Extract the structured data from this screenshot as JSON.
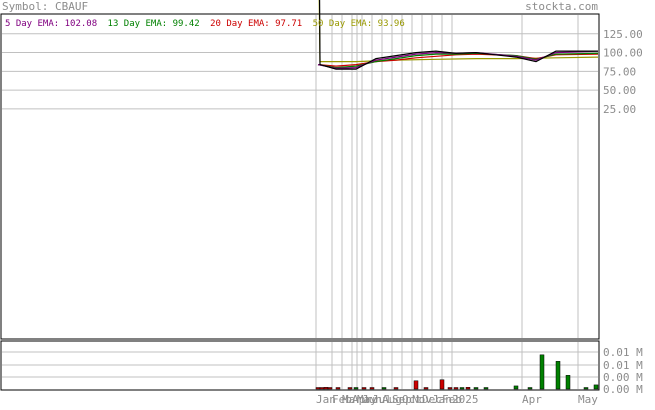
{
  "header": {
    "symbol_label": "Symbol: CBAUF",
    "site_label": "stockta.com"
  },
  "legend": [
    {
      "text": "5 Day EMA: 102.08",
      "color": "#800080"
    },
    {
      "text": "13 Day EMA: 99.42",
      "color": "#008000"
    },
    {
      "text": "20 Day EMA: 97.71",
      "color": "#cc0000"
    },
    {
      "text": "50 Day EMA: 93.96",
      "color": "#999900"
    }
  ],
  "colors": {
    "background": "#ffffff",
    "grid": "#c0c0c0",
    "frame": "#000000",
    "axis_text": "#8c8c8c",
    "header_text": "#8c8c8c",
    "price": "#000000",
    "ema5": "#800080",
    "ema13": "#008000",
    "ema20": "#cc0000",
    "ema50": "#999900",
    "volume_up": "#008000",
    "volume_down": "#cc0000"
  },
  "chart_data": [
    {
      "type": "line",
      "title": "",
      "y_tick_labels": [
        "125.00",
        "100.00",
        "75.00",
        "50.00",
        "25.00"
      ],
      "y_ticks": [
        125,
        100,
        75,
        50,
        25
      ],
      "ylim": [
        -280,
        150
      ],
      "x_tick_labels": [
        "Jan",
        "Feb",
        "Mar",
        "Apr",
        "May",
        "Jun",
        "Jul",
        "Aug",
        "Sep",
        "Oct",
        "Nov",
        "Dec",
        "Jan",
        "Feb",
        "2025",
        "Apr",
        "May"
      ],
      "x_ticks": [
        0,
        16,
        26,
        36,
        41,
        46,
        56,
        66,
        76,
        86,
        96,
        106,
        116,
        126,
        136,
        206,
        262
      ],
      "xlim": [
        0,
        282
      ],
      "series": [
        {
          "key": "ema50",
          "points": [
            [
              0,
              950
            ],
            [
              2,
              300
            ],
            [
              4,
              88
            ],
            [
              20,
              88
            ],
            [
              40,
              88
            ],
            [
              80,
              90
            ],
            [
              120,
              91
            ],
            [
              160,
              92
            ],
            [
              200,
              92
            ],
            [
              240,
              93
            ],
            [
              282,
              94
            ]
          ]
        },
        {
          "key": "ema20",
          "points": [
            [
              2,
              84
            ],
            [
              20,
              82
            ],
            [
              40,
              84
            ],
            [
              60,
              88
            ],
            [
              80,
              90
            ],
            [
              100,
              93
            ],
            [
              120,
              95
            ],
            [
              140,
              97
            ],
            [
              160,
              98
            ],
            [
              200,
              96
            ],
            [
              220,
              92
            ],
            [
              240,
              97
            ],
            [
              282,
              98
            ]
          ]
        },
        {
          "key": "ema13",
          "points": [
            [
              2,
              84
            ],
            [
              20,
              80
            ],
            [
              40,
              82
            ],
            [
              60,
              88
            ],
            [
              80,
              92
            ],
            [
              100,
              96
            ],
            [
              120,
              98
            ],
            [
              140,
              98
            ],
            [
              160,
              99
            ],
            [
              200,
              96
            ],
            [
              220,
              91
            ],
            [
              240,
              98
            ],
            [
              282,
              99
            ]
          ]
        },
        {
          "key": "ema5",
          "points": [
            [
              2,
              84
            ],
            [
              20,
              79
            ],
            [
              40,
              80
            ],
            [
              60,
              90
            ],
            [
              80,
              94
            ],
            [
              100,
              98
            ],
            [
              120,
              100
            ],
            [
              140,
              99
            ],
            [
              160,
              100
            ],
            [
              200,
              95
            ],
            [
              220,
              90
            ],
            [
              240,
              100
            ],
            [
              282,
              102
            ]
          ]
        },
        {
          "key": "price",
          "points": [
            [
              0,
              900
            ],
            [
              4,
              84
            ],
            [
              20,
              78
            ],
            [
              40,
              78
            ],
            [
              60,
              92
            ],
            [
              80,
              96
            ],
            [
              100,
              100
            ],
            [
              120,
              102
            ],
            [
              140,
              99
            ],
            [
              160,
              100
            ],
            [
              200,
              94
            ],
            [
              220,
              88
            ],
            [
              240,
              102
            ],
            [
              282,
              102
            ]
          ]
        }
      ]
    },
    {
      "type": "bar",
      "title": "",
      "y_tick_labels": [
        "0.01 M",
        "0.01 M",
        "0.00 M",
        "0.00 M"
      ],
      "ylim": [
        0,
        0.012
      ],
      "bars": [
        {
          "x": 2,
          "value": 0.0003,
          "dir": "down"
        },
        {
          "x": 6,
          "value": 0.0004,
          "dir": "down"
        },
        {
          "x": 10,
          "value": 0.0005,
          "dir": "down"
        },
        {
          "x": 14,
          "value": 0.0003,
          "dir": "down"
        },
        {
          "x": 22,
          "value": 0.0002,
          "dir": "down"
        },
        {
          "x": 34,
          "value": 0.0003,
          "dir": "down"
        },
        {
          "x": 40,
          "value": 0.0002,
          "dir": "up"
        },
        {
          "x": 48,
          "value": 0.0004,
          "dir": "down"
        },
        {
          "x": 56,
          "value": 0.0003,
          "dir": "down"
        },
        {
          "x": 68,
          "value": 0.0002,
          "dir": "up"
        },
        {
          "x": 80,
          "value": 0.0003,
          "dir": "down"
        },
        {
          "x": 100,
          "value": 0.0024,
          "dir": "down"
        },
        {
          "x": 110,
          "value": 0.0003,
          "dir": "down"
        },
        {
          "x": 126,
          "value": 0.0027,
          "dir": "down"
        },
        {
          "x": 134,
          "value": 0.0003,
          "dir": "down"
        },
        {
          "x": 140,
          "value": 0.0004,
          "dir": "down"
        },
        {
          "x": 146,
          "value": 0.0003,
          "dir": "up"
        },
        {
          "x": 152,
          "value": 0.0005,
          "dir": "down"
        },
        {
          "x": 160,
          "value": 0.0002,
          "dir": "up"
        },
        {
          "x": 170,
          "value": 0.0002,
          "dir": "up"
        },
        {
          "x": 200,
          "value": 0.0009,
          "dir": "up"
        },
        {
          "x": 214,
          "value": 0.0002,
          "dir": "up"
        },
        {
          "x": 226,
          "value": 0.01,
          "dir": "up"
        },
        {
          "x": 242,
          "value": 0.0081,
          "dir": "up"
        },
        {
          "x": 252,
          "value": 0.004,
          "dir": "up"
        },
        {
          "x": 270,
          "value": 0.0003,
          "dir": "up"
        },
        {
          "x": 280,
          "value": 0.0012,
          "dir": "up"
        }
      ]
    }
  ]
}
